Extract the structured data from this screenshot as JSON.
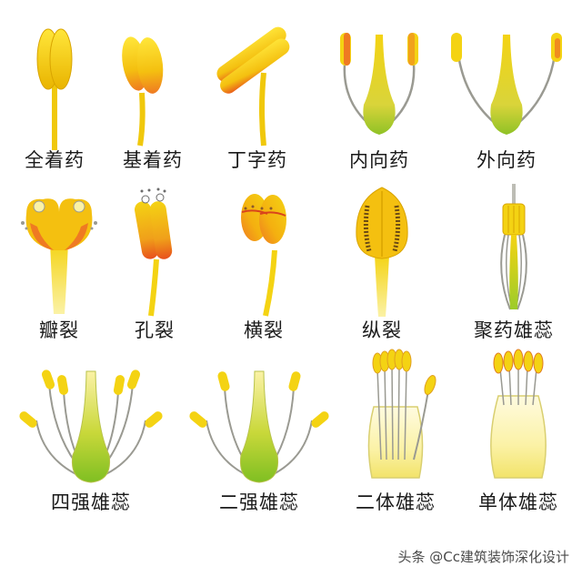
{
  "rows": [
    {
      "items": [
        {
          "key": "basifixed",
          "label": "全着药"
        },
        {
          "key": "basal",
          "label": "基着药"
        },
        {
          "key": "versatile",
          "label": "丁字药"
        },
        {
          "key": "introrse",
          "label": "内向药"
        },
        {
          "key": "extrorse",
          "label": "外向药"
        }
      ]
    },
    {
      "items": [
        {
          "key": "valvular",
          "label": "瓣裂"
        },
        {
          "key": "porous",
          "label": "孔裂"
        },
        {
          "key": "transverse",
          "label": "横裂"
        },
        {
          "key": "longitudinal",
          "label": "纵裂"
        },
        {
          "key": "syngenesious",
          "label": "聚药雄蕊"
        }
      ]
    },
    {
      "items": [
        {
          "key": "tetradynamous",
          "label": "四强雄蕊"
        },
        {
          "key": "didynamous",
          "label": "二强雄蕊"
        },
        {
          "key": "diadelphous",
          "label": "二体雄蕊"
        },
        {
          "key": "monadelphous",
          "label": "单体雄蕊"
        }
      ]
    }
  ],
  "watermark": "头条 @Cc建筑装饰深化设计",
  "colors": {
    "yellow": "#f4d313",
    "deep_yellow": "#e8b800",
    "orange": "#ef7a22",
    "red": "#d9441c",
    "green": "#9ccc2a",
    "pale_yellow": "#fbf2a6",
    "filament_gray": "#9a9a92"
  }
}
